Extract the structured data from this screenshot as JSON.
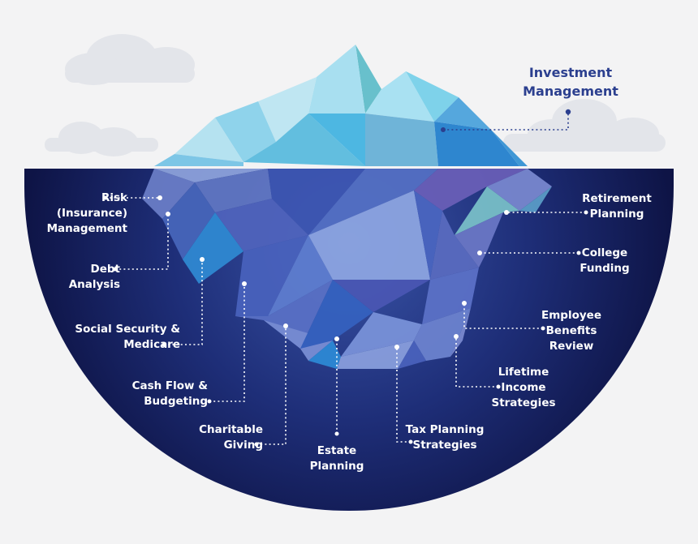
{
  "top_label": "Investment\nManagement",
  "labels": {
    "risk": "Risk\n(Insurance)\nManagement",
    "debt": "Debt\nAnalysis",
    "social_security": "Social Security &\nMedicare",
    "cash_flow": "Cash Flow &\nBudgeting",
    "charitable": "Charitable\nGiving",
    "estate": "Estate\nPlanning",
    "tax": "Tax Planning\nStrategies",
    "lifetime_income": "Lifetime\nIncome\nStrategies",
    "employee_benefits": "Employee\nBenefits\nReview",
    "college": "College\nFunding",
    "retirement": "Retirement\nPlanning"
  },
  "colors": {
    "background": "#f3f3f4",
    "water_dark": "#0e1446",
    "water_light": "#3a55a8",
    "top_label": "#2b3f8f",
    "label": "#ffffff"
  }
}
